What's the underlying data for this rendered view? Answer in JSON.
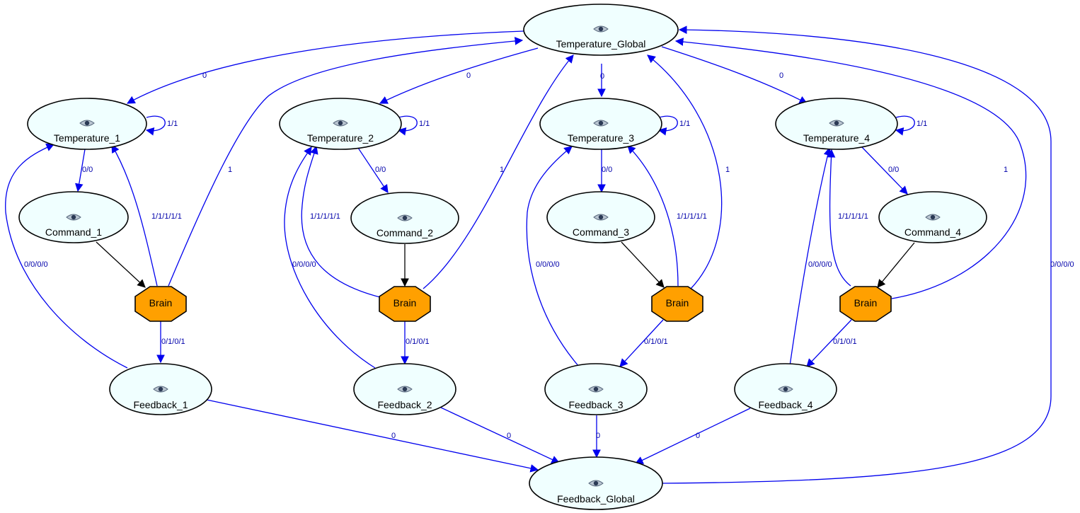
{
  "nodes": {
    "temperature_global": "Temperature_Global",
    "temperature_1": "Temperature_1",
    "temperature_2": "Temperature_2",
    "temperature_3": "Temperature_3",
    "temperature_4": "Temperature_4",
    "command_1": "Command_1",
    "command_2": "Command_2",
    "command_3": "Command_3",
    "command_4": "Command_4",
    "brain_1": "Brain",
    "brain_2": "Brain",
    "brain_3": "Brain",
    "brain_4": "Brain",
    "feedback_1": "Feedback_1",
    "feedback_2": "Feedback_2",
    "feedback_3": "Feedback_3",
    "feedback_4": "Feedback_4",
    "feedback_global": "Feedback_Global"
  },
  "edge_labels": {
    "tg_t1": "0",
    "tg_t2": "0",
    "tg_t3": "0",
    "tg_t4": "0",
    "t1_self": "1/1",
    "t2_self": "1/1",
    "t3_self": "1/1",
    "t4_self": "1/1",
    "t1_c1": "0/0",
    "t2_c2": "0/0",
    "t3_c3": "0/0",
    "t4_c4": "0/0",
    "b1_t1": "1/1/1/1/1",
    "b2_t2": "1/1/1/1/1",
    "b3_t3": "1/1/1/1/1",
    "b4_t4": "1/1/1/1/1",
    "b1_tg": "1",
    "b2_tg": "1",
    "b3_tg": "1",
    "b4_tg": "1",
    "b1_f1": "0/1/0/1",
    "b2_f2": "0/1/0/1",
    "b3_f3": "0/1/0/1",
    "b4_f4": "0/1/0/1",
    "f1_t1": "0/0/0/0",
    "f2_t2": "0/0/0/0",
    "f3_t3": "0/0/0/0",
    "f4_t4": "0/0/0/0",
    "f1_fg": "0",
    "f2_fg": "0",
    "f3_fg": "0",
    "f4_fg": "0",
    "fg_tg": "0/0/0/0"
  },
  "colors": {
    "node_fill": "#f0ffff",
    "brain_fill": "#ffa000",
    "edge_blue": "#0000ee",
    "edge_black": "#000000"
  },
  "icons": {
    "node_icon": "eye-icon"
  }
}
